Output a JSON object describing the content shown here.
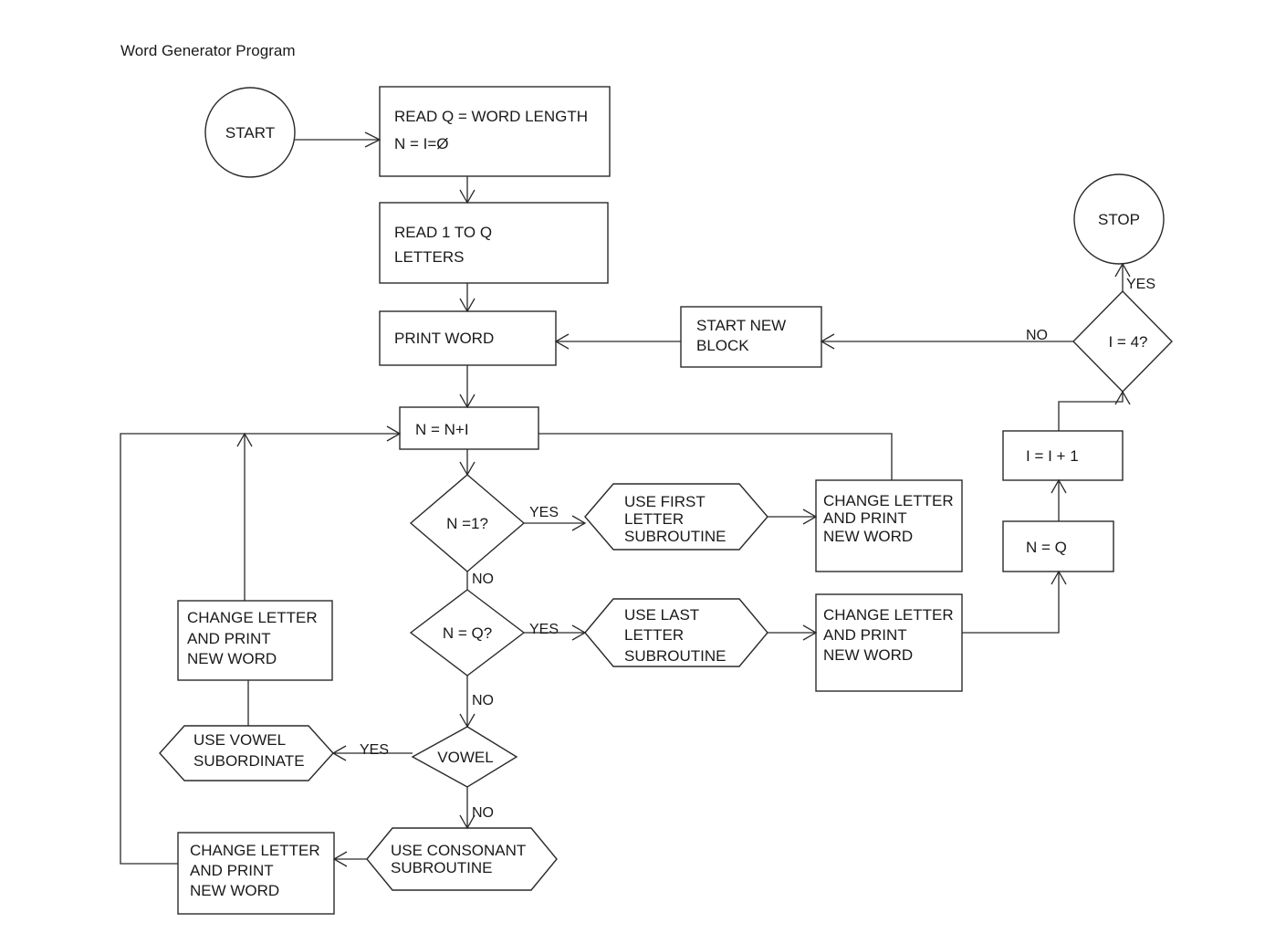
{
  "title": "Word Generator Program",
  "nodes": {
    "start": [
      "START"
    ],
    "read_q": [
      "READ Q = WORD LENGTH",
      "N = I=Ø"
    ],
    "read_letters": [
      "READ 1 TO Q",
      "LETTERS"
    ],
    "print_word": [
      "PRINT WORD"
    ],
    "n_inc": [
      "N = N+I"
    ],
    "dec_n1": [
      "N =1?"
    ],
    "first_sub": [
      "USE FIRST",
      "LETTER",
      "SUBROUTINE"
    ],
    "change1": [
      "CHANGE LETTER",
      "AND PRINT",
      "NEW WORD"
    ],
    "dec_nq": [
      "N = Q?"
    ],
    "last_sub": [
      "USE LAST",
      "LETTER",
      "SUBROUTINE"
    ],
    "change2": [
      "CHANGE LETTER",
      "AND PRINT",
      "NEW WORD"
    ],
    "dec_vowel": [
      "VOWEL"
    ],
    "vowel_sub": [
      "USE VOWEL",
      "SUBORDINATE"
    ],
    "change3": [
      "CHANGE LETTER",
      "AND PRINT",
      "NEW WORD"
    ],
    "cons_sub": [
      "USE CONSONANT",
      "SUBROUTINE"
    ],
    "change4": [
      "CHANGE LETTER",
      "AND PRINT",
      "NEW WORD"
    ],
    "n_eq_q": [
      "N = Q"
    ],
    "i_inc": [
      "I = I + 1"
    ],
    "dec_i4": [
      "I = 4?"
    ],
    "stop": [
      "STOP"
    ],
    "new_block": [
      "START NEW",
      "BLOCK"
    ]
  },
  "branches": {
    "n1_yes": "YES",
    "n1_no": "NO",
    "nq_yes": "YES",
    "nq_no": "NO",
    "vowel_yes": "YES",
    "vowel_no": "NO",
    "i4_yes": "YES",
    "i4_no": "NO"
  }
}
